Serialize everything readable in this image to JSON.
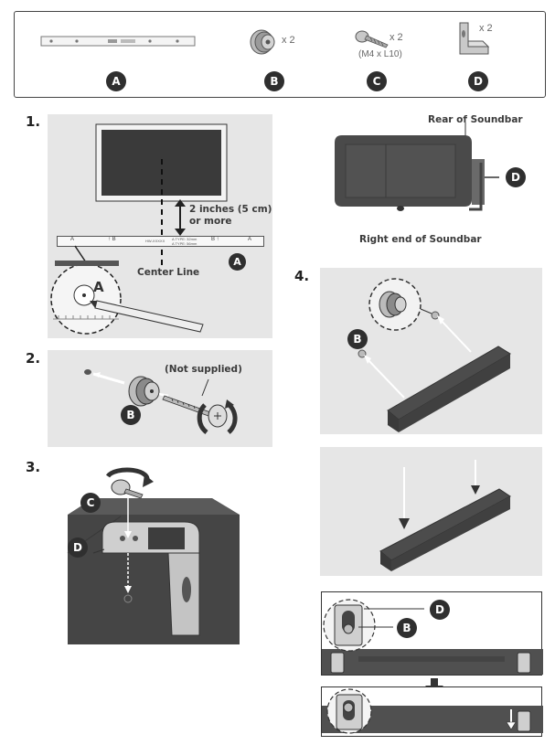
{
  "parts": {
    "a": {
      "letter": "A"
    },
    "b": {
      "letter": "B",
      "qty": "x 2"
    },
    "c": {
      "letter": "C",
      "qty": "x 2",
      "spec": "(M4 x L10)"
    },
    "d": {
      "letter": "D",
      "qty": "x 2"
    }
  },
  "steps": {
    "s1": {
      "number": "1.",
      "distance_line1": "2 inches (5 cm)",
      "distance_line2": "or more",
      "center_line": "Center Line",
      "callout_a": "A",
      "magnifier_letter": "A"
    },
    "s2": {
      "number": "2.",
      "not_supplied": "(Not supplied)",
      "callout_b": "B"
    },
    "s3": {
      "number": "3.",
      "callout_c": "C",
      "callout_d": "D"
    },
    "rear": {
      "rear_label": "Rear of Soundbar",
      "right_end_label": "Right end of Soundbar",
      "callout_d": "D"
    },
    "s4": {
      "number": "4.",
      "callout_b": "B",
      "detail_d": "D",
      "detail_b": "B"
    }
  },
  "template_text": {
    "left_mark": "A",
    "mid_left": "↑ B",
    "mid_model": "HW-XXXXX",
    "mid_spec1": "A TYPE: 32mm",
    "mid_spec2": "A TYPE: 56mm",
    "mid_right": "B ↑",
    "right_mark": "A"
  },
  "colors": {
    "badge": "#2f2f2f",
    "panel": "#e6e6e6",
    "line": "#3a3a3a"
  },
  "icons": [
    "bracket-icon",
    "holder-screw-icon",
    "bracket-screw-icon",
    "wall-bracket-icon",
    "arrow-down-icon"
  ]
}
